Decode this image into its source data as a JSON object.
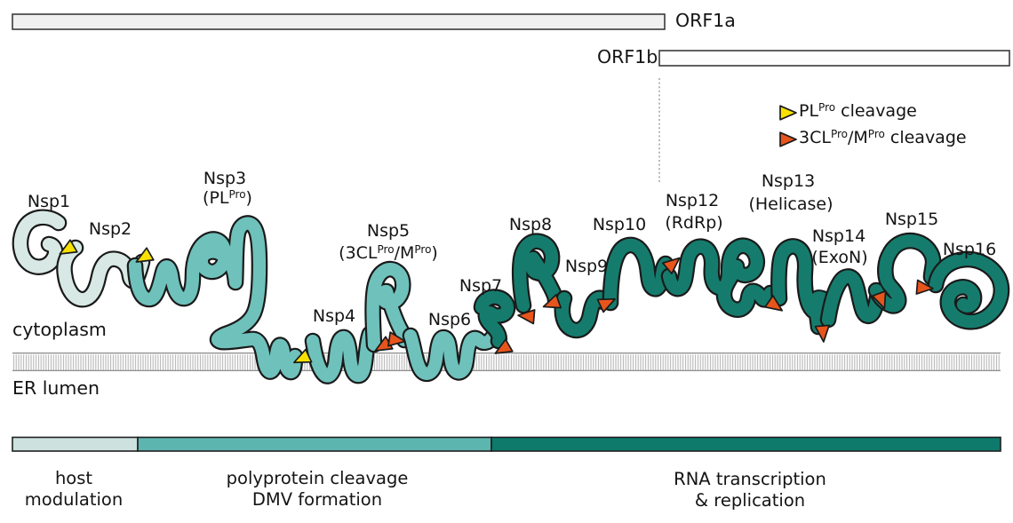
{
  "colors": {
    "pale": "#d8e9e5",
    "medium": "#6fc1bb",
    "dark": "#157c6d",
    "yellow": "#f8e100",
    "orange": "#e8551c",
    "bar_host": "#cde2de",
    "bar_cleavage": "#5db5af",
    "bar_rna": "#0e7a6b",
    "orf1a_fill": "#f0f0f0",
    "orf1b_fill": "#fdfdfd"
  },
  "orf": {
    "orf1a": "ORF1a",
    "orf1b": "ORF1b"
  },
  "legend": {
    "pl_base": "PL",
    "pl_sup": "Pro",
    "pl_rest": " cleavage",
    "m_b1": "3CL",
    "m_s1": "Pro",
    "m_b2": "/M",
    "m_s2": "Pro",
    "m_rest": " cleavage"
  },
  "compartments": {
    "cytoplasm": "cytoplasm",
    "er_lumen": "ER lumen"
  },
  "proteins": {
    "nsp1": "Nsp1",
    "nsp2": "Nsp2",
    "nsp3": "Nsp3",
    "nsp3_sub_a": "(PL",
    "nsp3_sub_sup": "Pro",
    "nsp3_sub_b": ")",
    "nsp4": "Nsp4",
    "nsp5": "Nsp5",
    "nsp5_sub_a": "(3CL",
    "nsp5_sub_s1": "Pro",
    "nsp5_sub_b": "/M",
    "nsp5_sub_s2": "Pro",
    "nsp5_sub_c": ")",
    "nsp6": "Nsp6",
    "nsp7": "Nsp7",
    "nsp8": "Nsp8",
    "nsp9": "Nsp9",
    "nsp10": "Nsp10",
    "nsp12": "Nsp12",
    "nsp12_sub": "(RdRp)",
    "nsp13": "Nsp13",
    "nsp13_sub": "(Helicase)",
    "nsp14": "Nsp14",
    "nsp14_sub": "(ExoN)",
    "nsp15": "Nsp15",
    "nsp16": "Nsp16"
  },
  "regions": {
    "host_l1": "host",
    "host_l2": "modulation",
    "cleav_l1": "polyprotein cleavage",
    "cleav_l2": "DMV formation",
    "rna_l1": "RNA transcription",
    "rna_l2": "& replication"
  }
}
